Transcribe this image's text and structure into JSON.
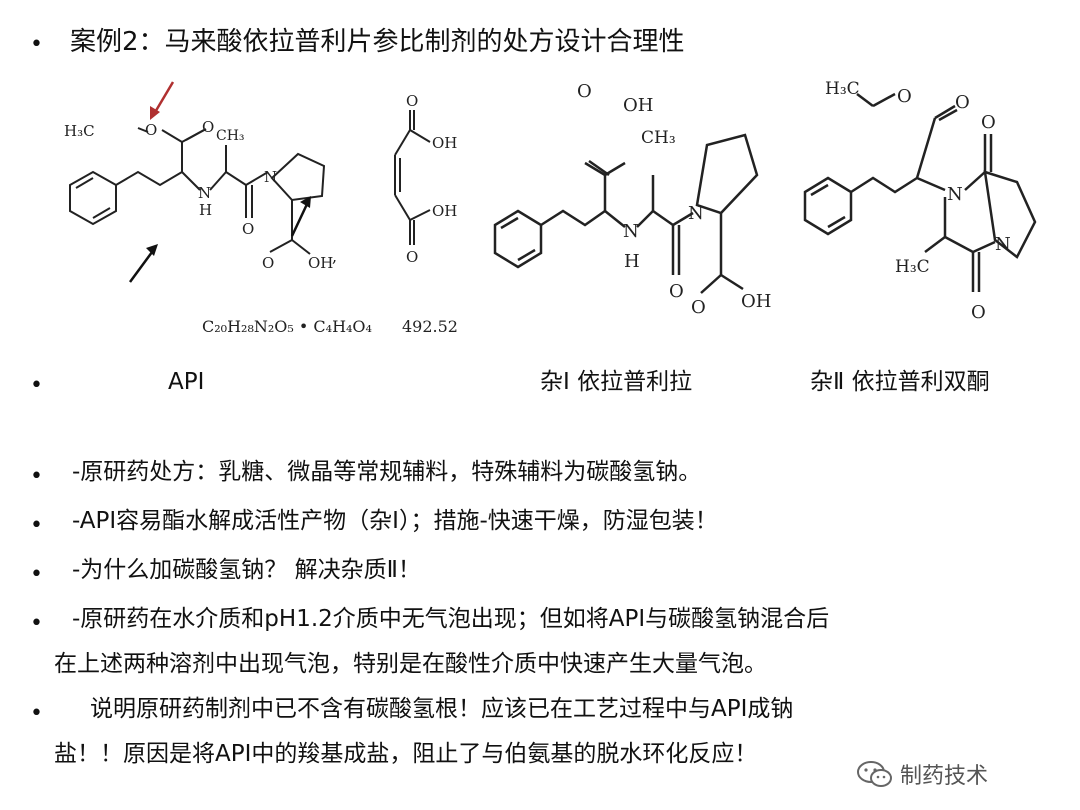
{
  "title": "案例2：马来酸依拉普利片参比制剂的处方设计合理性",
  "bullet_symbol": "•",
  "structures": {
    "api": {
      "labels": [
        "H₃C",
        "O",
        "O",
        "CH₃",
        "N",
        "H",
        "N",
        "O",
        "O",
        "OH",
        "OH",
        "O",
        "OH",
        "O"
      ],
      "formula": "C₂₀H₂₈N₂O₅ • C₄H₄O₄",
      "mw": "492.52"
    },
    "impurity1": {
      "labels": [
        "O",
        "OH",
        "CH₃",
        "N",
        "H",
        "N",
        "O",
        "O",
        "OH"
      ]
    },
    "impurity2": {
      "labels": [
        "H₃C",
        "O",
        "O",
        "N",
        "O",
        "N",
        "H₃C",
        "O"
      ]
    }
  },
  "captions": {
    "api": "API",
    "impurity1": "杂Ⅰ 依拉普利拉",
    "impurity2": "杂Ⅱ 依拉普利双酮"
  },
  "points": [
    "-原研药处方：乳糖、微晶等常规辅料，特殊辅料为碳酸氢钠。",
    "-API容易酯水解成活性产物（杂Ⅰ）；措施-快速干燥，防湿包装！",
    "-为什么加碳酸氢钠？  解决杂质Ⅱ！",
    "-原研药在水介质和pH1.2介质中无气泡出现；但如将API与碳酸氢钠混合后",
    "在上述两种溶剂中出现气泡，特别是在酸性介质中快速产生大量气泡。",
    "说明原研药制剂中已不含有碳酸氢根！应该已在工艺过程中与API成钠",
    "盐！！原因是将API中的羧基成盐，阻止了与伯氨基的脱水环化反应！"
  ],
  "watermark": "制药技术",
  "colors": {
    "arrow_red": "#b03030",
    "text": "#111111"
  }
}
